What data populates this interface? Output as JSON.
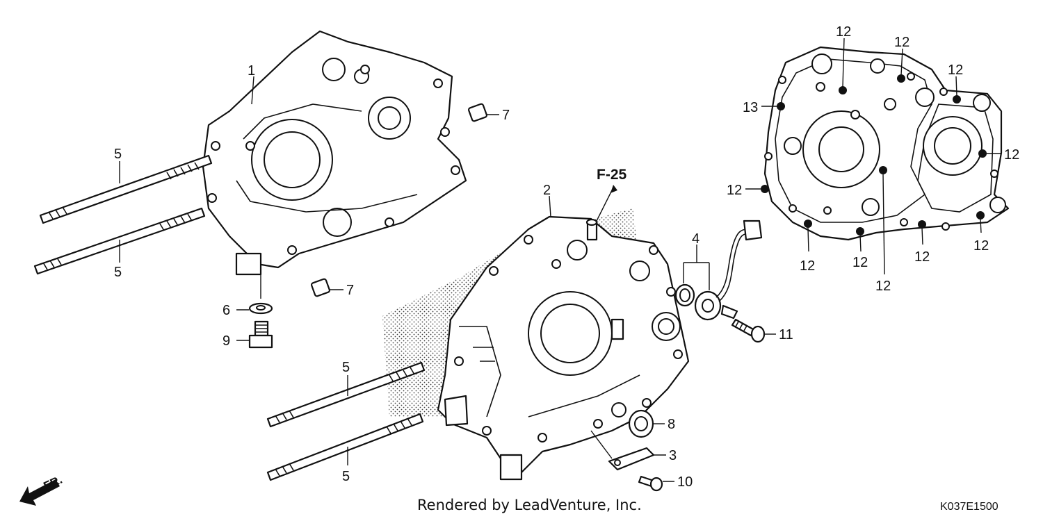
{
  "callouts": {
    "c1": "1",
    "c2": "2",
    "c3": "3",
    "c4": "4",
    "c5a": "5",
    "c5b": "5",
    "c5c": "5",
    "c5d": "5",
    "c6": "6",
    "c7a": "7",
    "c7b": "7",
    "c8": "8",
    "c9": "9",
    "c10": "10",
    "c11": "11",
    "c12a": "12",
    "c12b": "12",
    "c12c": "12",
    "c12d": "12",
    "c12e": "12",
    "c12f": "12",
    "c12g": "12",
    "c12h": "12",
    "c12i": "12",
    "c12j": "12",
    "c13": "13"
  },
  "reference": "F-25",
  "direction_label": "FR.",
  "credit": "Rendered by LeadVenture, Inc.",
  "diagram_code": "K037E1500"
}
